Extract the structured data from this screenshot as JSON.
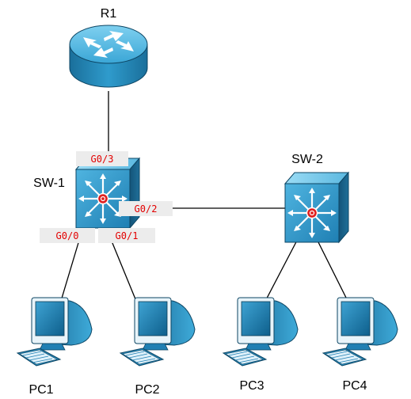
{
  "nodes": {
    "r1": "R1",
    "sw1": "SW-1",
    "sw2": "SW-2",
    "pc1": "PC1",
    "pc2": "PC2",
    "pc3": "PC3",
    "pc4": "PC4"
  },
  "ports": {
    "sw1_g03": "G0/3",
    "sw1_g02": "G0/2",
    "sw1_g00": "G0/0",
    "sw1_g01": "G0/1"
  },
  "colors": {
    "device_blue": "#2b8fc0",
    "device_dark": "#135a80",
    "port_text": "#e30000",
    "port_bg": "#ececec"
  }
}
